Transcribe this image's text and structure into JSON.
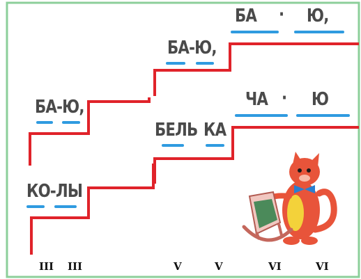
{
  "colors": {
    "frame": "#8ccf9a",
    "staircase": "#e0232a",
    "underline": "#2f9be0",
    "text": "#4a4a4a"
  },
  "lullaby_left": {
    "syllables": [
      "КО-ЛЫ",
      "БА-Ю,"
    ]
  },
  "lullaby_right": {
    "syllables": [
      "БЕЛЬ",
      "КА",
      "ЧА",
      "·",
      "Ю",
      "БА-Ю,",
      "БА",
      "·",
      "Ю,"
    ]
  },
  "line_labels": [
    "III",
    "III",
    "V",
    "V",
    "VI",
    "VI"
  ],
  "illustration": {
    "icon": "cat-with-cradle-illustration"
  }
}
